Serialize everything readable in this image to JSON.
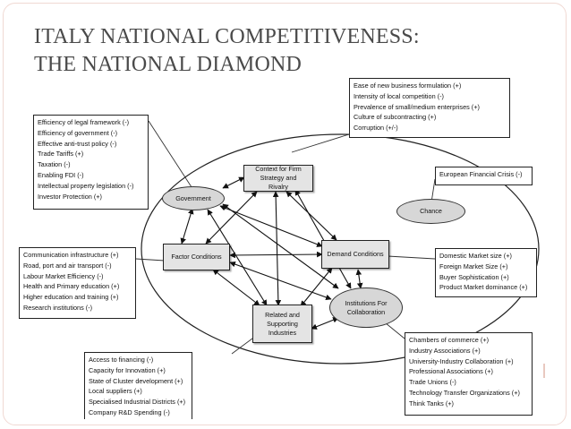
{
  "slide": {
    "title_line1": "ITALY NATIONAL COMPETITIVENESS:",
    "title_line2": "THE NATIONAL DIAMOND"
  },
  "nodes": {
    "context": "Context for Firm Strategy and Rivalry",
    "factor": "Factor Conditions",
    "demand": "Demand Conditions",
    "related": "Related and Supporting Industries",
    "government": "Government",
    "chance": "Chance",
    "institutions": "Institutions For Collaboration"
  },
  "boxes": {
    "rivalry": [
      "Ease of new business formulation (+)",
      "Intensity of local competition (-)",
      "Prevalence of small/medium enterprises (+)",
      "Culture of subcontracting (+)",
      "Corruption (+/-)"
    ],
    "government": [
      "Efficiency of legal framework (-)",
      "Efficiency of government (-)",
      "Effective anti-trust policy (-)",
      "Trade Tariffs (+)",
      "Taxation (-)",
      "Enabling FDI (-)",
      "Intellectual property legislation (-)",
      "Investor Protection (+)"
    ],
    "chance": [
      "European Financial Crisis (-)"
    ],
    "factor": [
      "Communication infrastructure (+)",
      "Road, port and air transport (-)",
      "Labour Market Efficiency (-)",
      "Health and Primary education (+)",
      "Higher education and training (+)",
      "Research institutions (-)"
    ],
    "demand": [
      "Domestic Market size (+)",
      "Foreign Market Size (+)",
      "Buyer Sophistication (+)",
      "Product Market dominance (+)"
    ],
    "institutions": [
      "Chambers of commerce (+)",
      "Industry Associations (+)",
      "University-Industry Collaboration (+)",
      "Professional Associations (+)",
      "Trade Unions (-)",
      "Technology Transfer Organizations (+)",
      "Think Tanks (+)"
    ],
    "related": [
      "Access to financing (-)",
      "Capacity for Innovation (+)",
      "State of Cluster development (+)",
      "Local suppliers (+)",
      "Specialised Industrial Districts (+)",
      "Company R&D Spending (-)"
    ]
  }
}
